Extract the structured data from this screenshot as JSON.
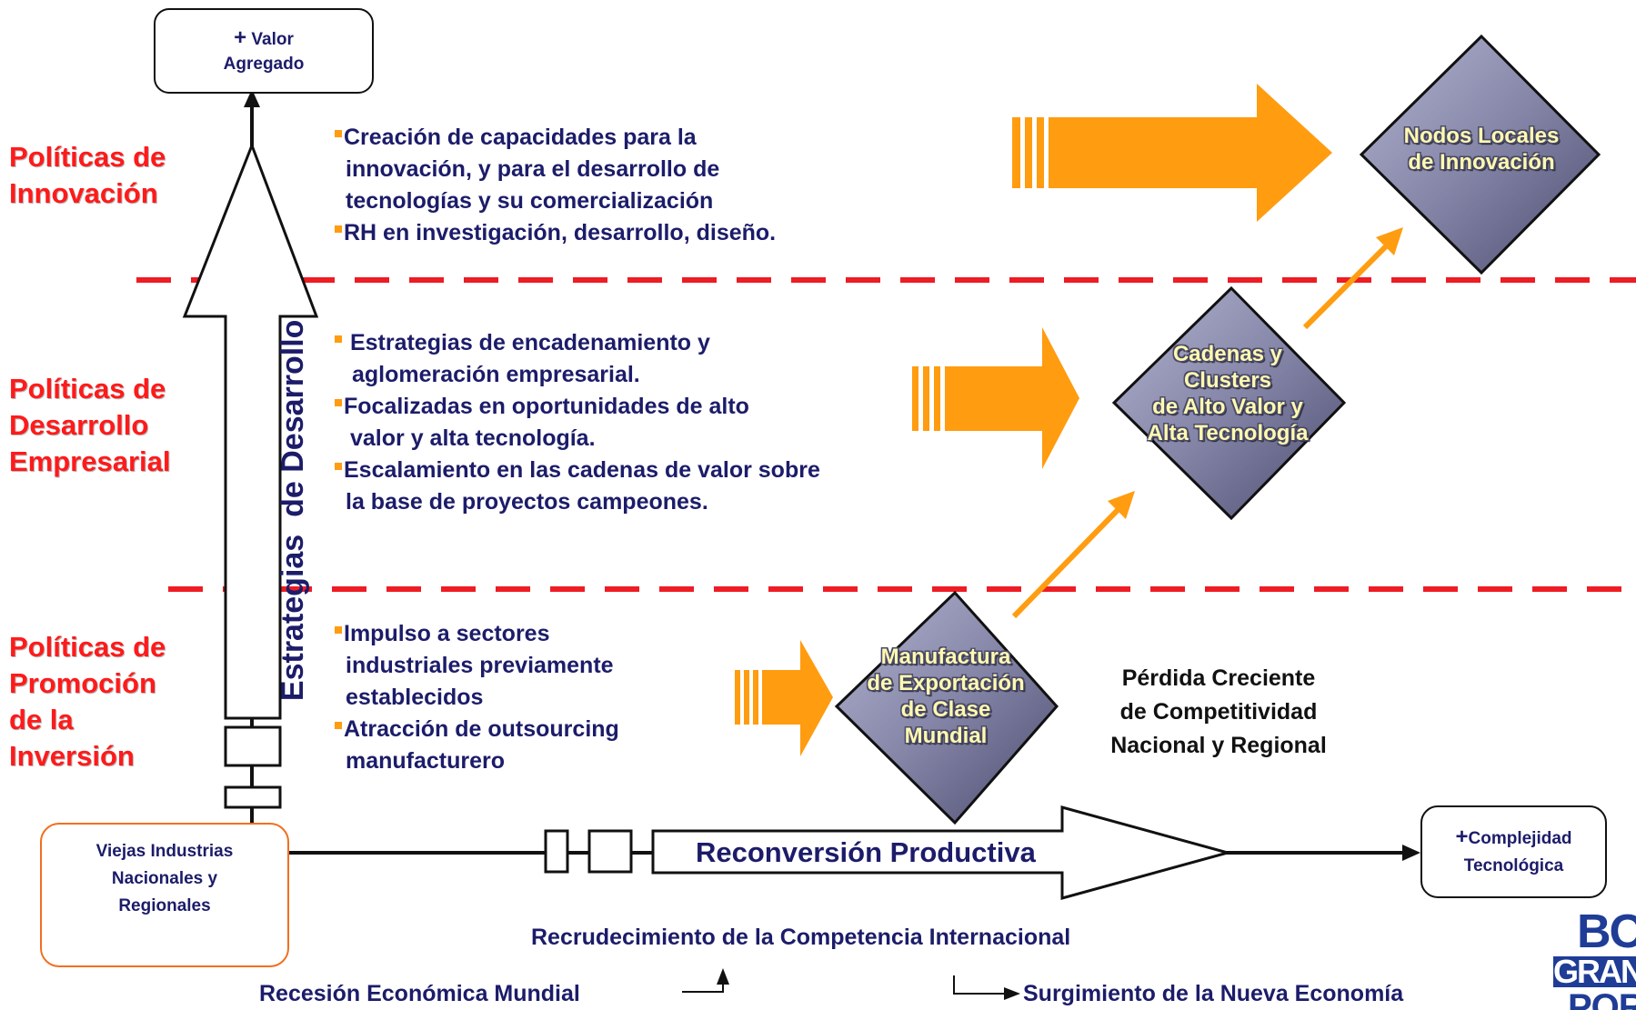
{
  "top_box": {
    "plus": "+",
    "label_line1": "Valor",
    "label_line2": "Agregado"
  },
  "right_box": {
    "plus": "+",
    "label_line1": "Complejidad",
    "label_line2": "Tecnológica"
  },
  "origin_box": {
    "line1": "Viejas Industrias",
    "line2": "Nacionales y",
    "line3": "Regionales"
  },
  "vertical_arrow_label": "Estrategias  de Desarrollo",
  "horizontal_arrow_label": "Reconversión Productiva",
  "policies": {
    "innovation": [
      "Políticas de",
      "Innovación"
    ],
    "business": [
      "Políticas de",
      "Desarrollo",
      "Empresarial"
    ],
    "investment": [
      "Políticas de",
      "Promoción",
      "de la",
      "Inversión"
    ]
  },
  "bullets": {
    "innovation": [
      {
        "bullet": true,
        "text": "Creación de capacidades para la"
      },
      {
        "bullet": false,
        "text": "innovación, y para el desarrollo de"
      },
      {
        "bullet": false,
        "text": "tecnologías y su comercialización"
      },
      {
        "bullet": true,
        "text": "RH en investigación, desarrollo, diseño."
      }
    ],
    "business": [
      {
        "bullet": true,
        "text": " Estrategias de encadenamiento y"
      },
      {
        "bullet": false,
        "text": " aglomeración empresarial."
      },
      {
        "bullet": true,
        "text": "Focalizadas en oportunidades de alto"
      },
      {
        "bullet": false,
        "text": "valor y alta tecnología."
      },
      {
        "bullet": true,
        "text": "Escalamiento en las cadenas de valor sobre"
      },
      {
        "bullet": false,
        "text": "la base de proyectos campeones."
      }
    ],
    "investment": [
      {
        "bullet": true,
        "text": "Impulso a sectores"
      },
      {
        "bullet": false,
        "text": "industriales previamente"
      },
      {
        "bullet": false,
        "text": "establecidos"
      },
      {
        "bullet": true,
        "text": "Atracción de outsourcing"
      },
      {
        "bullet": false,
        "text": "manufacturero"
      }
    ]
  },
  "diamonds": {
    "nodos": [
      "Nodos Locales",
      "de Innovación"
    ],
    "cadenas": [
      "Cadenas y",
      "Clusters",
      "de Alto Valor y",
      "Alta Tecnología"
    ],
    "manufactura": [
      "Manufactura",
      "de Exportación",
      "de Clase",
      "Mundial"
    ]
  },
  "loss_text": [
    "Pérdida Creciente",
    "de Competitividad",
    "Nacional y Regional"
  ],
  "bottom": {
    "competition": "Recrudecimiento de la Competencia Internacional",
    "recession": "Recesión Económica Mundial",
    "new_economy": "Surgimiento de la Nueva Economía"
  },
  "logo": {
    "line1": "BO",
    "line2": "GRAN",
    "line3": "POR"
  },
  "colors": {
    "policy_red": "#ff1a1a",
    "navy_text": "#1c1c6a",
    "orange": "#ff9c10",
    "diamond_fill": "#8585a8",
    "diamond_label": "#fff9b0",
    "dashed_line": "#ee1c24",
    "origin_box_border": "#f07020",
    "logo_blue": "#1f3d96"
  }
}
